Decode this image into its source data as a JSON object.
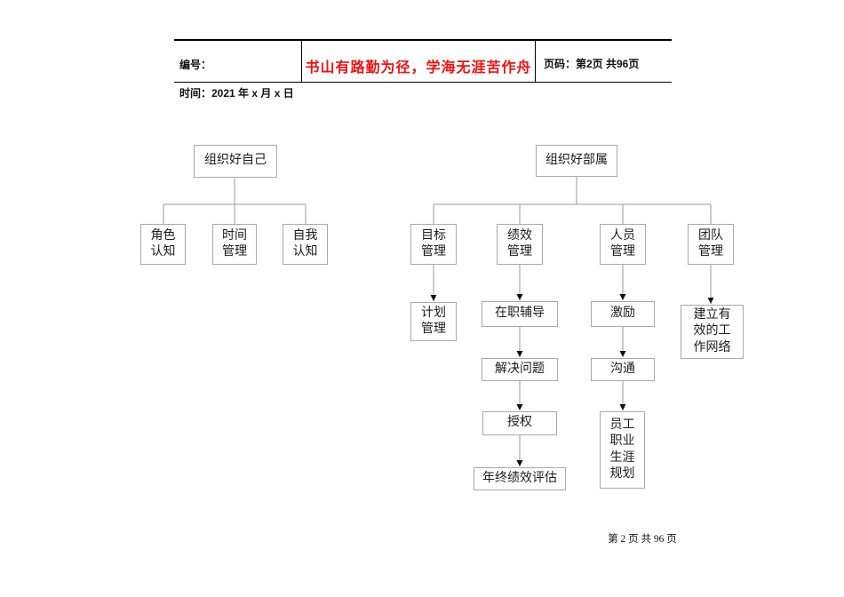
{
  "header": {
    "number_label": "编号：",
    "date_label": "时间：2021 年 x 月 x 日",
    "slogan": "书山有路勤为径，学海无涯苦作舟",
    "page_info": "页码：第2页 共96页"
  },
  "diagram": {
    "tree_self": {
      "root": "组织好自己",
      "children": [
        "角色\n认知",
        "时间\n管理",
        "自我\n认知"
      ]
    },
    "tree_subordinates": {
      "root": "组织好部属",
      "columns": [
        {
          "nodes": [
            "目标\n管理",
            "计划\n管理"
          ]
        },
        {
          "nodes": [
            "绩效\n管理",
            "在职辅导",
            "解决问题",
            "授权",
            "年终绩效评估"
          ]
        },
        {
          "nodes": [
            "人员\n管理",
            "激励",
            "沟通",
            "员工\n职业\n生涯\n规划"
          ]
        },
        {
          "nodes": [
            "团队\n管理",
            "建立有\n效的工\n作网络"
          ]
        }
      ]
    }
  },
  "footer": {
    "page_info": "第 2 页 共 96 页"
  },
  "colors": {
    "slogan_red": "#ee1111",
    "line_gray": "#9a9a9a",
    "border_gray": "#a9a9a9",
    "arrow_black": "#111111"
  }
}
